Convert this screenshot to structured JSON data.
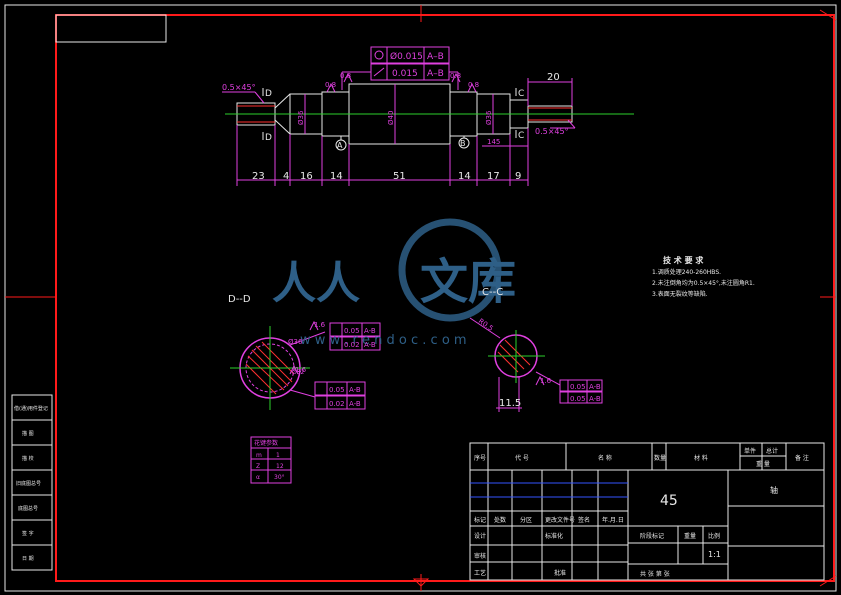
{
  "watermark": {
    "left": "人人",
    "right": "文库",
    "url": "w w w . r e n d o c . c o m",
    "color": "#2e5f87"
  },
  "main_view": {
    "dims_bottom": [
      "23",
      "4",
      "16",
      "14",
      "51",
      "14",
      "17",
      "9"
    ],
    "dim_top_right": "20",
    "chamfer_left": "0.5×45°",
    "chamfer_right": "0.5×45°",
    "section_mark_d": "D",
    "section_mark_c": "C",
    "datum_a": "A",
    "datum_b": "B",
    "fcf_top": [
      "Ø0.015",
      "A–B"
    ],
    "fcf_bottom": [
      "0.015",
      "A–B"
    ],
    "roughness_left": "0.8",
    "roughness_right": "0.8",
    "roughness_mid_left": "0.8",
    "roughness_mid_right": "0.8",
    "dia_left": "Ø36",
    "dia_center": "Ø40",
    "dia_right": "Ø36",
    "dim_145": "145"
  },
  "tech_req": {
    "title": "技 术 要 求",
    "items": [
      "1.调质处理240-260HBS.",
      "2.未注倒角均为0.5×45°,未注圆角R1.",
      "3.表面无裂纹等缺陷."
    ]
  },
  "section_d": {
    "label": "D--D",
    "roughness": "1.6",
    "fcf1": [
      "0.05",
      "A-B"
    ],
    "fcf2": [
      "0.02",
      "A-B"
    ],
    "fcf3": [
      "0.05",
      "A-B"
    ],
    "fcf4": [
      "0.02",
      "A-B"
    ],
    "roughness2": "1.6",
    "dim1": "Ø36",
    "dim2": "Ø32"
  },
  "section_c": {
    "label": "C--C",
    "roughness": "1.6",
    "fcf1": [
      "0.05",
      "A-B"
    ],
    "fcf2": [
      "0.05",
      "A-B"
    ],
    "dim_bottom": "11.5",
    "dim_slant": "R0.5"
  },
  "spline_table": {
    "title": "花键参数",
    "rows": [
      [
        "m",
        "1"
      ],
      [
        "Z",
        "12"
      ],
      [
        "α",
        "30°"
      ]
    ]
  },
  "title_block": {
    "material": "45",
    "part_name": "轴",
    "scale": "1:1",
    "header": [
      "序号",
      "代 号",
      "名 称",
      "数量",
      "材 料",
      "单件",
      "总计",
      "备 注"
    ],
    "weight_label": "重 量",
    "sign_labels": [
      "标记",
      "处数",
      "分区",
      "更改文件号",
      "签名",
      "年.月.日"
    ],
    "rows_labels": [
      "设计",
      "标准化",
      "审核",
      "工艺",
      "批准"
    ],
    "stage_labels": [
      "阶段标记",
      "重量",
      "比例"
    ],
    "sheet": "共   张 第   张"
  },
  "side_panel": [
    "借(通)用件登记",
    "描 图",
    "描 校",
    "旧底图总号",
    "底图总号",
    "签 字",
    "日 期"
  ]
}
